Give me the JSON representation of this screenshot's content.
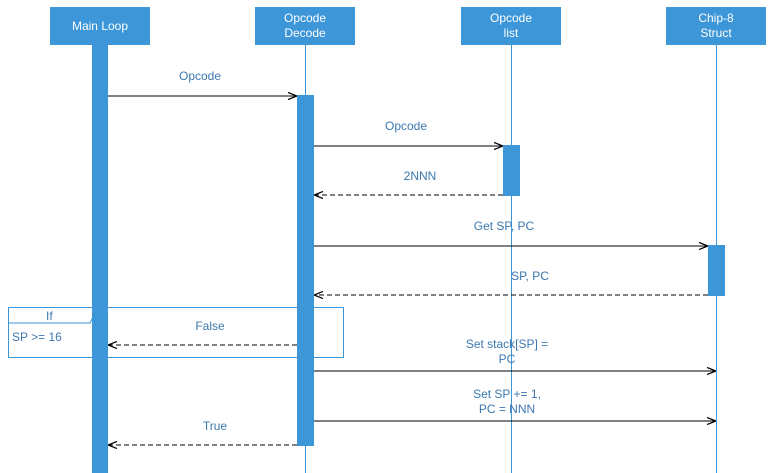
{
  "participants": [
    {
      "id": "main",
      "label": "Main Loop"
    },
    {
      "id": "decode",
      "label": "Opcode\nDecode"
    },
    {
      "id": "list",
      "label": "Opcode\nlist"
    },
    {
      "id": "chip",
      "label": "Chip-8\nStruct"
    }
  ],
  "messages": [
    {
      "label": "Opcode",
      "style": "solid"
    },
    {
      "label": "Opcode",
      "style": "solid"
    },
    {
      "label": "2NNN",
      "style": "dashed"
    },
    {
      "label": "Get SP, PC",
      "style": "solid"
    },
    {
      "label": "SP, PC",
      "style": "dashed"
    },
    {
      "label": "False",
      "style": "dashed"
    },
    {
      "label": "Set stack[SP] =\nPC",
      "style": "solid"
    },
    {
      "label": "Set SP += 1,\nPC = NNN",
      "style": "solid"
    },
    {
      "label": "True",
      "style": "dashed"
    }
  ],
  "fragment": {
    "operator": "If",
    "condition": "SP >= 16"
  },
  "colors": {
    "lifeline": "#3c96d8",
    "text": "#3c78b0",
    "arrow": "#000000"
  }
}
